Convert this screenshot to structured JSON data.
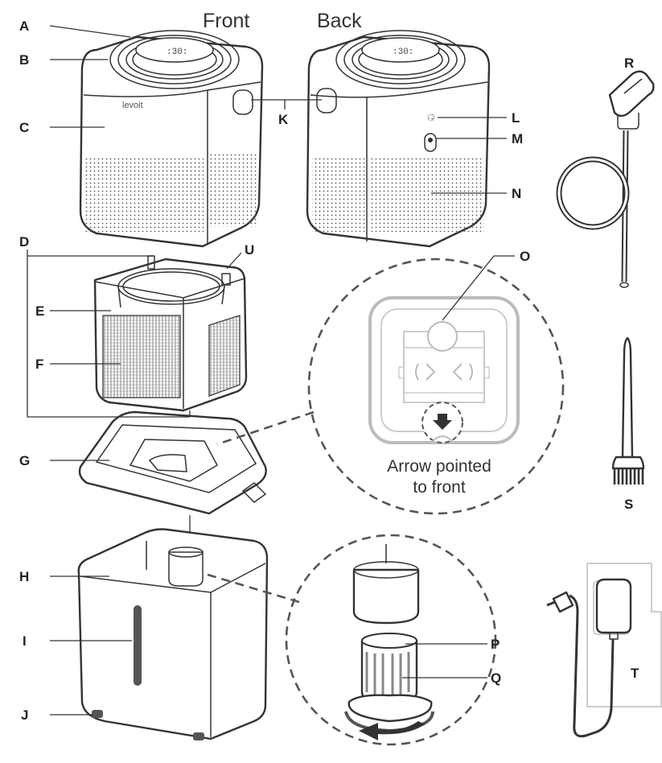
{
  "titles": {
    "front": "Front",
    "back": "Back"
  },
  "brand": "levoit",
  "display_text": ":30:",
  "caption": {
    "line1": "Arrow pointed",
    "line2": "to front"
  },
  "labels": {
    "A": "A",
    "B": "B",
    "C": "C",
    "D": "D",
    "E": "E",
    "F": "F",
    "G": "G",
    "H": "H",
    "I": "I",
    "J": "J",
    "K": "K",
    "L": "L",
    "M": "M",
    "N": "N",
    "O": "O",
    "P": "P",
    "Q": "Q",
    "R": "R",
    "S": "S",
    "T": "T",
    "U": "U"
  }
}
